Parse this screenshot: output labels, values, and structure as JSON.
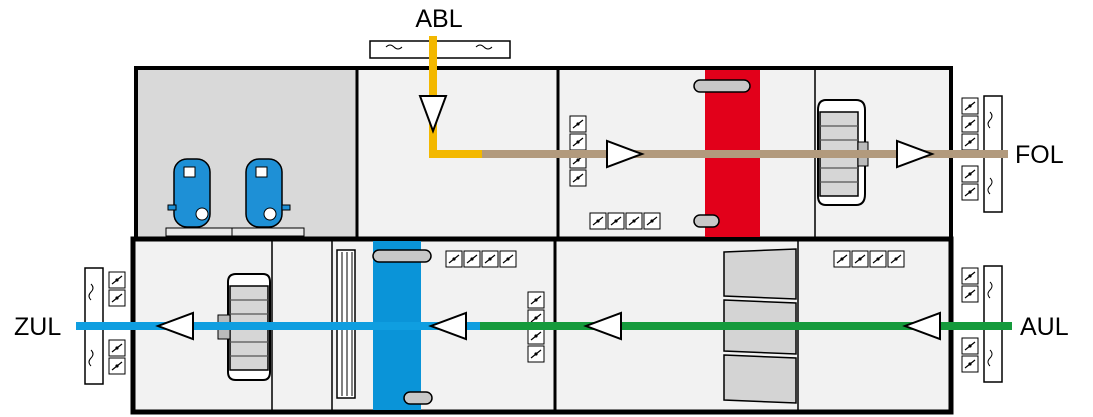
{
  "labels": {
    "exhaust": "ABL",
    "outgoing": "FOL",
    "supply": "ZUL",
    "outside": "AUL"
  },
  "colors": {
    "extract_air": "#f3b800",
    "exhaust_air": "#b29a7d",
    "supply_air": "#0f9ee0",
    "outside_air": "#159a3c",
    "heater_register": "#e2001a",
    "cooler_register": "#0a94d8",
    "compartment": "#f2f2f2",
    "pump_room": "#d9d9d9",
    "pump": "#1e90d6",
    "frame": "#000000"
  },
  "icons": {
    "flow_arrow": "triangle-arrow-icon",
    "fan": "radial-fan-icon",
    "damper": "damper-icon",
    "silencer": "flexible-connector-icon",
    "pump": "pump-icon",
    "filter": "bag-filter-icon"
  }
}
